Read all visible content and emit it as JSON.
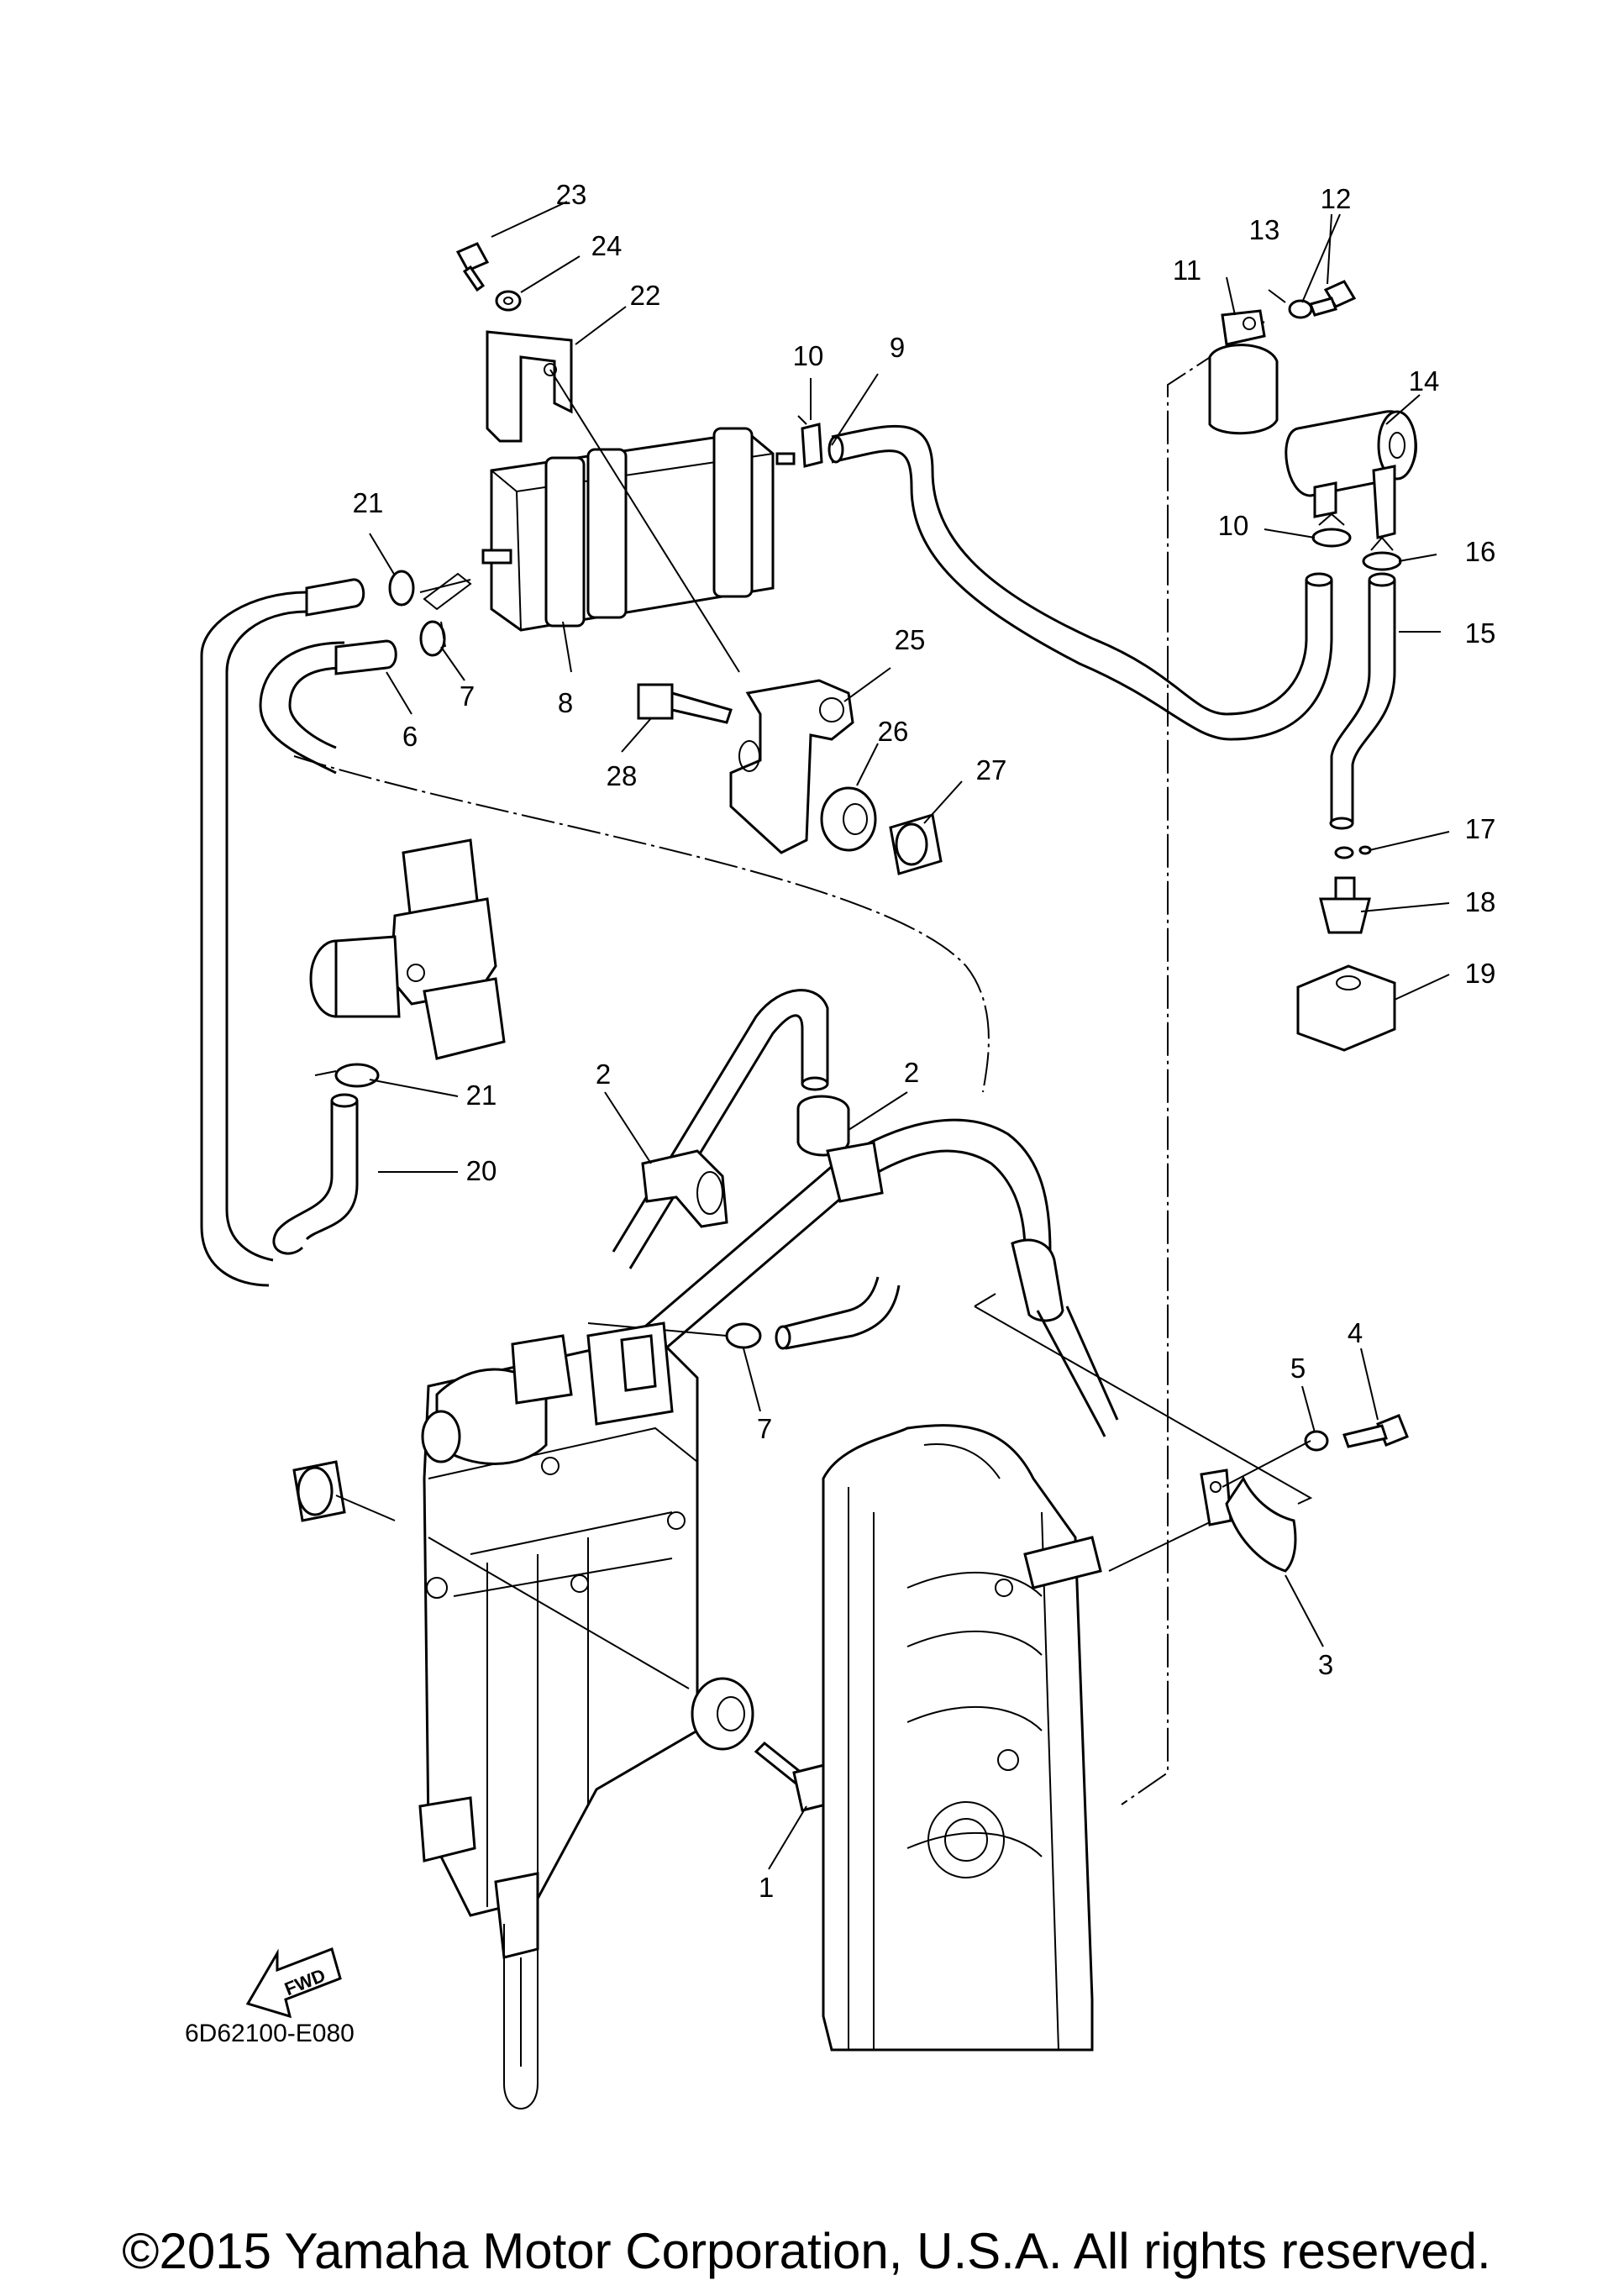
{
  "callouts": [
    {
      "id": "c1",
      "text": "1"
    },
    {
      "id": "c2a",
      "text": "2"
    },
    {
      "id": "c2b",
      "text": "2"
    },
    {
      "id": "c3",
      "text": "3"
    },
    {
      "id": "c4",
      "text": "4"
    },
    {
      "id": "c5",
      "text": "5"
    },
    {
      "id": "c6",
      "text": "6"
    },
    {
      "id": "c7a",
      "text": "7"
    },
    {
      "id": "c7b",
      "text": "7"
    },
    {
      "id": "c8",
      "text": "8"
    },
    {
      "id": "c9",
      "text": "9"
    },
    {
      "id": "c10a",
      "text": "10"
    },
    {
      "id": "c10b",
      "text": "10"
    },
    {
      "id": "c11",
      "text": "11"
    },
    {
      "id": "c12",
      "text": "12"
    },
    {
      "id": "c13",
      "text": "13"
    },
    {
      "id": "c14",
      "text": "14"
    },
    {
      "id": "c15",
      "text": "15"
    },
    {
      "id": "c16",
      "text": "16"
    },
    {
      "id": "c17",
      "text": "17"
    },
    {
      "id": "c18",
      "text": "18"
    },
    {
      "id": "c19",
      "text": "19"
    },
    {
      "id": "c20",
      "text": "20"
    },
    {
      "id": "c21a",
      "text": "21"
    },
    {
      "id": "c21b",
      "text": "21"
    },
    {
      "id": "c22",
      "text": "22"
    },
    {
      "id": "c23",
      "text": "23"
    },
    {
      "id": "c24",
      "text": "24"
    },
    {
      "id": "c25",
      "text": "25"
    },
    {
      "id": "c26",
      "text": "26"
    },
    {
      "id": "c27",
      "text": "27"
    },
    {
      "id": "c28",
      "text": "28"
    }
  ],
  "fwd_label": "FWD",
  "diagram_code": "6D62100-E080",
  "copyright": "©2015 Yamaha Motor Corporation, U.S.A. All rights reserved."
}
